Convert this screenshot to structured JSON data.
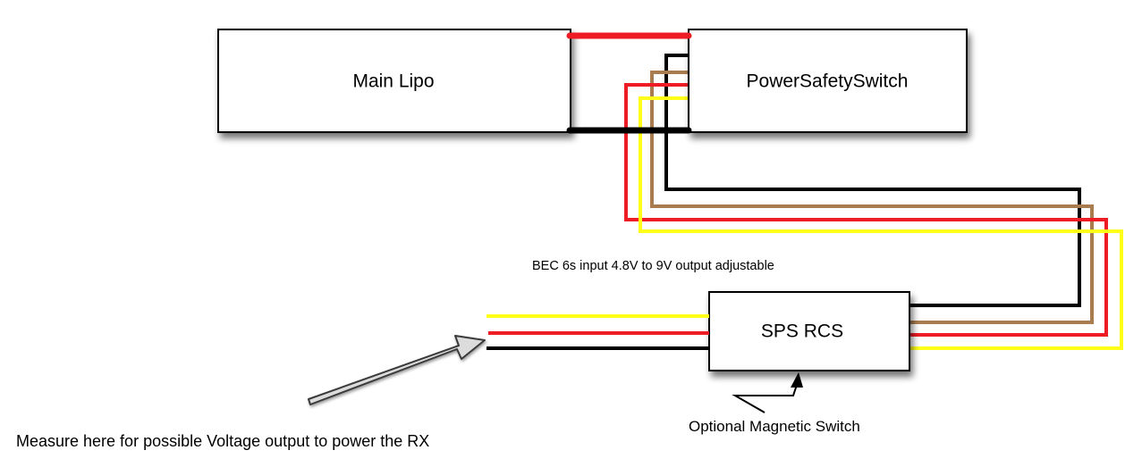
{
  "diagram": {
    "nodes": {
      "main_lipo": {
        "label": "Main Lipo"
      },
      "power_safety_switch": {
        "label": "PowerSafetySwitch"
      },
      "sps_rcs": {
        "label": "SPS RCS"
      }
    },
    "annotations": {
      "bec_note": "BEC 6s input 4.8V to 9V output adjustable",
      "magnetic_switch": "Optional Magnetic Switch",
      "measure_note": "Measure here for possible Voltage output to power the RX"
    },
    "wire_colors": {
      "red": "#ee1c24",
      "black": "#000000",
      "brown": "#a87c4f",
      "yellow": "#ffff1a"
    },
    "connections": [
      {
        "from": "main_lipo",
        "to": "power_safety_switch",
        "color": "red",
        "kind": "main power +"
      },
      {
        "from": "main_lipo",
        "to": "power_safety_switch",
        "color": "black",
        "kind": "main power -"
      },
      {
        "from": "power_safety_switch",
        "to": "sps_rcs",
        "color": "black"
      },
      {
        "from": "power_safety_switch",
        "to": "sps_rcs",
        "color": "brown"
      },
      {
        "from": "power_safety_switch",
        "to": "sps_rcs",
        "color": "red"
      },
      {
        "from": "power_safety_switch",
        "to": "sps_rcs",
        "color": "yellow"
      },
      {
        "from": "sps_rcs",
        "to": "rx_output",
        "color": "yellow"
      },
      {
        "from": "sps_rcs",
        "to": "rx_output",
        "color": "red"
      },
      {
        "from": "sps_rcs",
        "to": "rx_output",
        "color": "black"
      }
    ]
  }
}
